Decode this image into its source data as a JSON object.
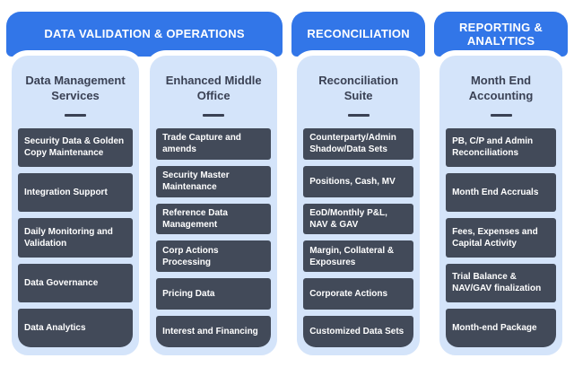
{
  "colors": {
    "header_blue": "#3276E8",
    "column_bg": "#D4E4FA",
    "box_bg": "#424A59",
    "box_text": "#FFFFFF",
    "title_text": "#3A4154",
    "page_bg": "#FFFFFF"
  },
  "groups": [
    {
      "header": "DATA VALIDATION & OPERATIONS",
      "columns": [
        {
          "title": "Data Management Services",
          "items": [
            "Security Data & Golden Copy Maintenance",
            "Integration Support",
            "Daily Monitoring and Validation",
            "Data Governance",
            "Data Analytics"
          ]
        },
        {
          "title": "Enhanced Middle Office",
          "items": [
            "Trade Capture and amends",
            "Security Master Maintenance",
            "Reference Data Management",
            "Corp Actions Processing",
            "Pricing Data",
            "Interest and Financing"
          ]
        }
      ]
    },
    {
      "header": "RECONCILIATION",
      "columns": [
        {
          "title": "Reconciliation Suite",
          "items": [
            "Counterparty/Admin Shadow/Data Sets",
            "Positions, Cash, MV",
            "EoD/Monthly P&L, NAV & GAV",
            "Margin, Collateral & Exposures",
            "Corporate Actions",
            "Customized Data Sets"
          ]
        }
      ]
    },
    {
      "header": "REPORTING & ANALYTICS",
      "columns": [
        {
          "title": "Month End Accounting",
          "items": [
            "PB, C/P and Admin Reconciliations",
            "Month End Accruals",
            "Fees, Expenses and Capital Activity",
            "Trial Balance & NAV/GAV finalization",
            "Month-end Package"
          ]
        }
      ]
    }
  ]
}
